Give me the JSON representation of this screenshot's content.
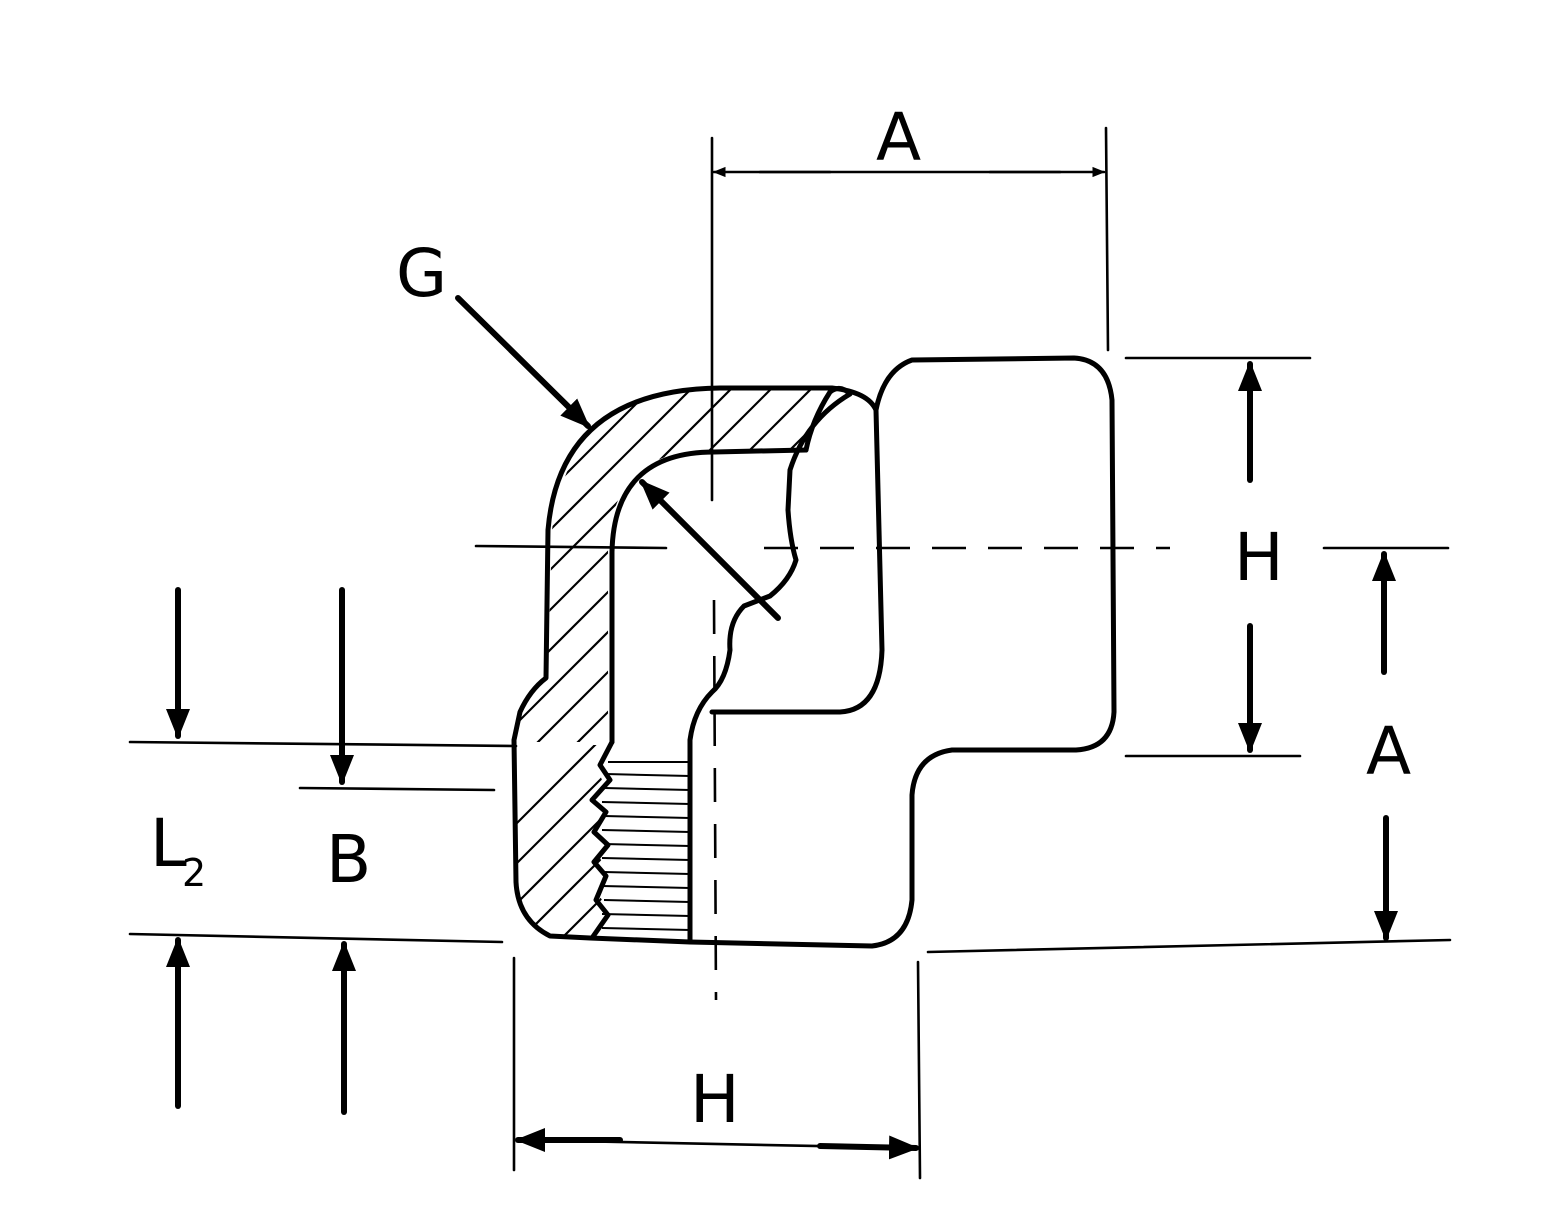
{
  "diagram": {
    "labels": {
      "a_top": "A",
      "a_right": "A",
      "h_right": "H",
      "h_bottom": "H",
      "g": "G",
      "b": "B",
      "l2_main": "L",
      "l2_sub": "2"
    }
  }
}
